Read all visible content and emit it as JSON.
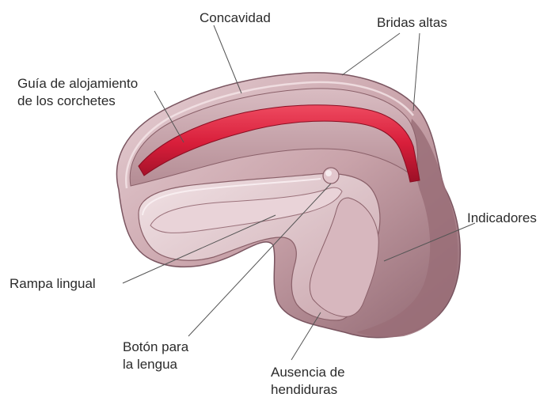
{
  "diagram": {
    "labels": {
      "concavidad": "Concavidad",
      "bridas": "Bridas altas",
      "guia_line1": "Guía de alojamiento",
      "guia_line2": "de los corchetes",
      "indicadores": "Indicadores",
      "rampa": "Rampa lingual",
      "boton_line1": "Botón para",
      "boton_line2": "la lengua",
      "ausencia_line1": "Ausencia de",
      "ausencia_line2": "hendiduras"
    },
    "colors": {
      "tray": "#c9a3aa",
      "tray_dark": "#8f6670",
      "tray_light": "#ecd8dc",
      "groove": "#d81e3a",
      "groove_dark": "#9c1027",
      "leader": "#555555"
    }
  }
}
